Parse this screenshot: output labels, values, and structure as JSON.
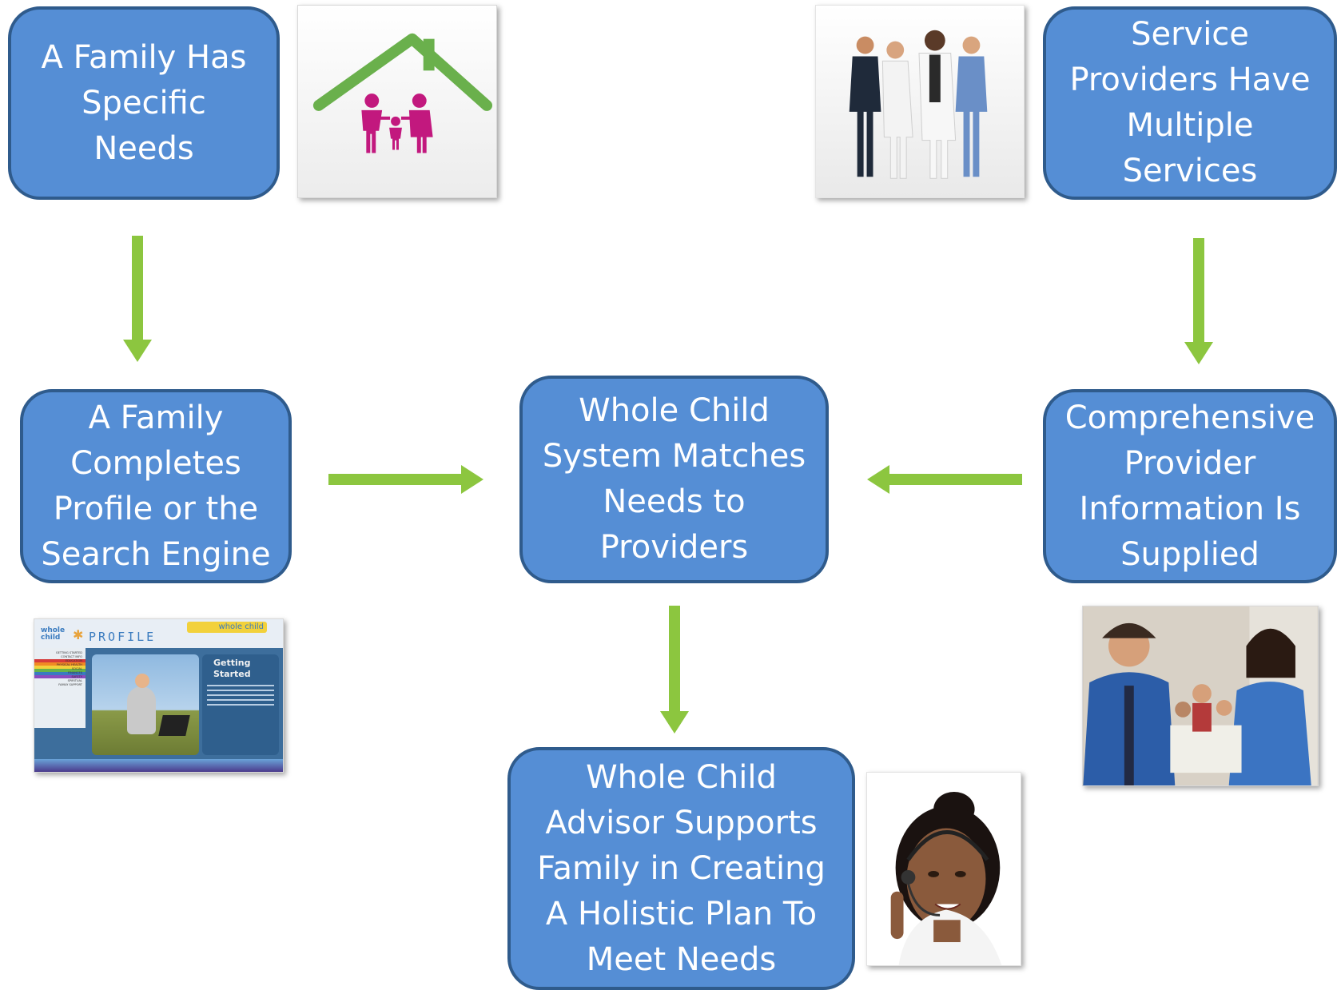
{
  "nodes": {
    "family_needs": "A Family Has\nSpecific\nNeeds",
    "service_providers": "Service\nProviders Have\nMultiple\nServices",
    "family_profile": "A Family\nCompletes\nProfile or the\nSearch Engine",
    "system_matches": "Whole Child\nSystem Matches\nNeeds to\nProviders",
    "provider_info": "Comprehensive\nProvider\nInformation Is\nSupplied",
    "advisor_support": "Whole Child\nAdvisor Supports\nFamily in Creating\nA Holistic Plan To\nMeet Needs"
  },
  "screenshot": {
    "logo_line1": "whole",
    "logo_line2": "child",
    "logo_word": "PROFILE",
    "banner": "whole child",
    "panel_title": "Getting Started",
    "menu_items": [
      "GETTING STARTED",
      "CONTACT INFO",
      "EDUCATION",
      "PHYSICAL HEALTH",
      "SOCIAL",
      "FINANCES",
      "SAFETY",
      "SPIRITUAL",
      "FAMILY SUPPORT"
    ]
  },
  "colors": {
    "box_fill": "#558ed5",
    "box_border": "#2f5b8c",
    "arrow": "#8cc63f",
    "house": "#6ab04c",
    "family": "#c2187e"
  },
  "icons": {
    "family_home": "house-family-icon",
    "providers": "medical-staff-icon",
    "profile_site": "profile-screenshot-icon",
    "office": "office-team-icon",
    "advisor": "headset-advisor-icon"
  }
}
